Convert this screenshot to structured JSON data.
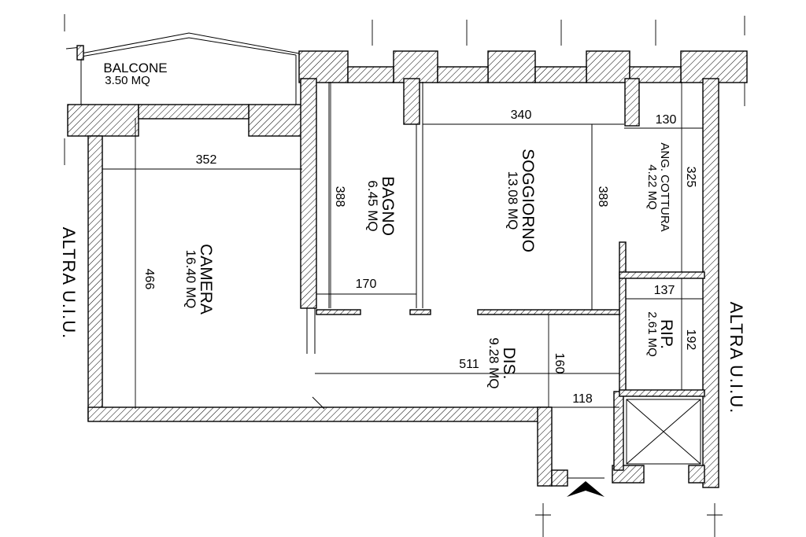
{
  "rooms": {
    "balcone": {
      "name": "BALCONE",
      "area": "3.50 MQ"
    },
    "camera": {
      "name": "CAMERA",
      "area": "16.40 MQ"
    },
    "bagno": {
      "name": "BAGNO",
      "area": "6.45 MQ"
    },
    "soggiorno": {
      "name": "SOGGIORNO",
      "area": "13.08 MQ"
    },
    "ang_cottura": {
      "name": "ANG. COTTURA",
      "area": "4.22 MQ"
    },
    "dis": {
      "name": "DIS.",
      "area": "9.28 MQ"
    },
    "rip": {
      "name": "RIP.",
      "area": "2.61 MQ"
    }
  },
  "dimensions": {
    "camera_width": "352",
    "camera_height": "466",
    "bagno_height": "388",
    "bagno_width": "170",
    "soggiorno_width": "340",
    "soggiorno_height": "388",
    "cottura_width": "130",
    "cottura_height": "325",
    "rip_width": "137",
    "rip_height": "192",
    "dis_length": "511",
    "dis_height": "160",
    "entry_width": "118"
  },
  "neighbors": {
    "left": "ALTRA U.I.U.",
    "right": "ALTRA U.I.U."
  }
}
